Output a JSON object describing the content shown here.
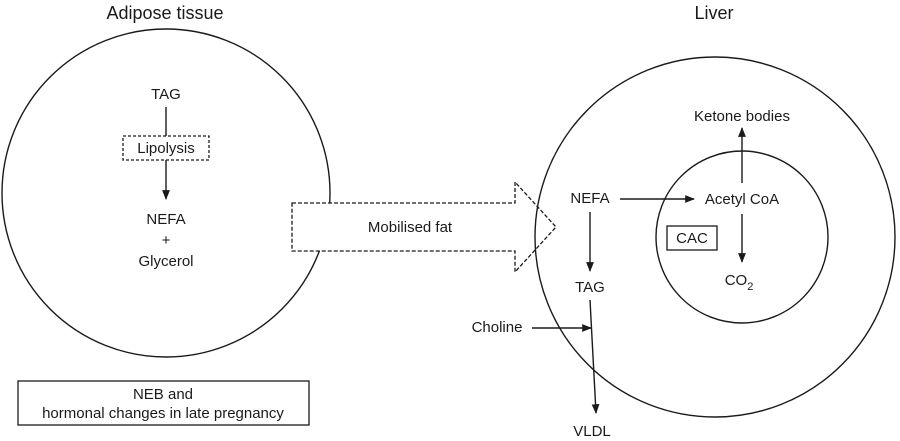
{
  "titles": {
    "adipose": "Adipose tissue",
    "liver": "Liver"
  },
  "adipose": {
    "tag": "TAG",
    "lipolysis": "Lipolysis",
    "nefa": "NEFA",
    "plus": "+",
    "glycerol": "Glycerol"
  },
  "arrow_label": "Mobilised fat",
  "liver": {
    "ketone": "Ketone bodies",
    "nefa": "NEFA",
    "acetyl": "Acetyl CoA",
    "cac": "CAC",
    "co2_main": "CO",
    "co2_sub": "2",
    "tag": "TAG",
    "choline": "Choline",
    "vldl": "VLDL"
  },
  "neb_box": {
    "line1": "NEB and",
    "line2": "hormonal changes in late pregnancy"
  },
  "colors": {
    "stroke": "#1a1a1a",
    "dashed_fill": "#ffffff"
  }
}
